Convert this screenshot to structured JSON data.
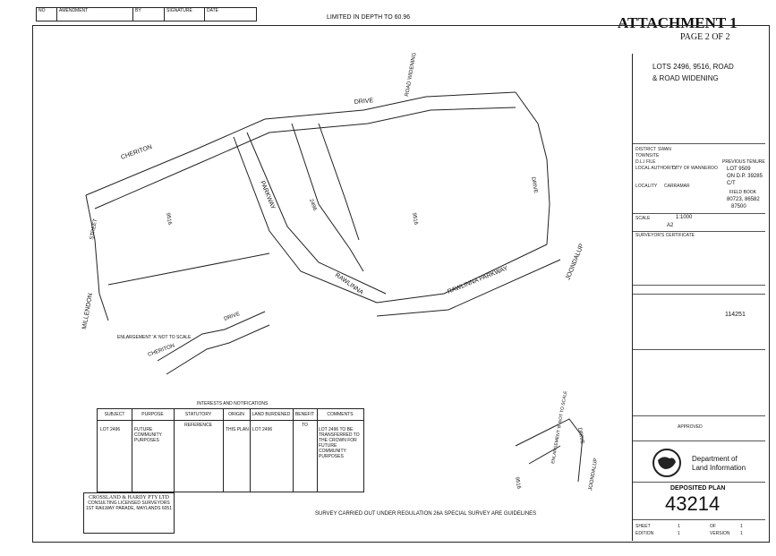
{
  "header": {
    "revision_cols": [
      "NO",
      "AMENDMENT",
      "BY",
      "SIGNATURE",
      "DATE"
    ],
    "limited_depth": "LIMITED IN DEPTH TO 60.96",
    "attachment": "ATTACHMENT 1",
    "page": "PAGE 2 OF 2"
  },
  "title_block": {
    "title_line1": "LOTS 2496, 9516, ROAD",
    "title_line2": "& ROAD WIDENING",
    "district_label": "DISTRICT",
    "district_value": "SWAN",
    "townsite_label": "TOWNSITE",
    "dli_label": "D.L.I FILE",
    "local_authority_label": "LOCAL AUTHORITY",
    "local_authority_value": "CITY OF WANNEROO",
    "locality_label": "LOCALITY",
    "locality_value": "CARRAMAR",
    "previous_tenure_label": "PREVIOUS TENURE",
    "previous_tenure_1": "LOT 9509",
    "previous_tenure_2": "ON D.P. 39285",
    "previous_tenure_3": "C/T",
    "field_book_label": "FIELD BOOK",
    "field_book_1": "80723, 86582",
    "field_book_2": "87500",
    "scale_label": "SCALE",
    "scale_value": "1:1000",
    "size_label": "A2",
    "surveyors_cert": "SURVEYOR'S CERTIFICATE",
    "approved": "APPROVED",
    "approval_no": "114251",
    "dept_line1": "Department of",
    "dept_line2": "Land Information",
    "deposited_plan_label": "DEPOSITED PLAN",
    "deposited_plan_no": "43214",
    "sheet_label": "SHEET",
    "sheet_value": "1",
    "of_label": "OF",
    "of_value": "1",
    "edition_label": "EDITION",
    "edition_value": "1",
    "version_label": "VERSION",
    "version_value": "1"
  },
  "interests_table": {
    "title": "INTERESTS AND NOTIFICATIONS",
    "headers": [
      "SUBJECT",
      "PURPOSE",
      "STATUTORY REFERENCE",
      "ORIGIN",
      "LAND BURDENED",
      "BENEFIT TO",
      "COMMENTS"
    ],
    "row": [
      "LOT 2496",
      "FUTURE COMMUNITY PURPOSES",
      "",
      "THIS PLAN",
      "LOT 2496",
      "",
      "LOT 2496 TO BE TRANSFERRED TO THE CROWN FOR FUTURE COMMUNITY PURPOSES"
    ]
  },
  "surveyor": {
    "firm": "CROSSLAND & HARDY PTY LTD",
    "line1": "CONSULTING LICENSED SURVEYORS",
    "line2": "1ST RAILWAY PARADE, MAYLANDS 6051"
  },
  "survey_note": "SURVEY CARRIED OUT UNDER REGULATION 26A SPECIAL SURVEY ARE GUIDELINES",
  "plan_labels": {
    "cheriton": "CHERITON",
    "drive": "DRIVE",
    "road_widening": "ROAD WIDENING",
    "parkway": "PARKWAY",
    "rawlinna": "RAWLINNA",
    "rawlinna_parkway": "RAWLINNA PARKWAY",
    "joondalup": "JOONDALUP",
    "millendon": "MILLENDON",
    "street": "STREET",
    "lot_9516": "9516",
    "lot_2496": "2496",
    "enlargement": "ENLARGEMENT 'A' NOT TO SCALE",
    "enlargement_b": "ENLARGEMENT 'B' NOT TO SCALE"
  }
}
